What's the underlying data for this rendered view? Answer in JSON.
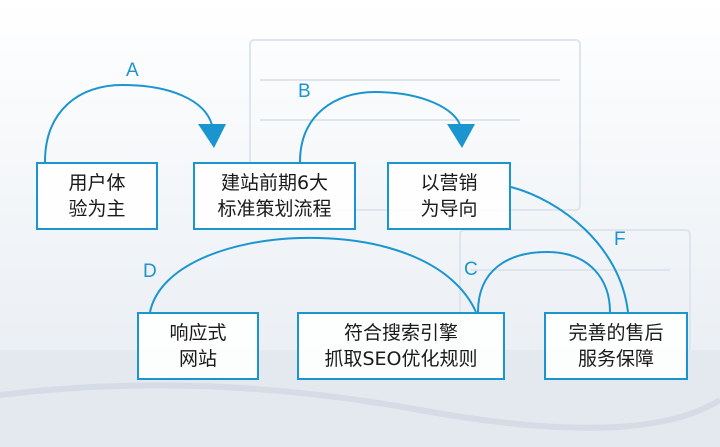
{
  "nodes": [
    {
      "id": "user-experience",
      "lines": [
        "用户体",
        "验为主"
      ]
    },
    {
      "id": "site-planning",
      "lines": [
        "建站前期6大",
        "标准策划流程"
      ]
    },
    {
      "id": "marketing-guide",
      "lines": [
        "以营销",
        "为导向"
      ]
    },
    {
      "id": "responsive-site",
      "lines": [
        "响应式",
        "网站"
      ]
    },
    {
      "id": "seo-rules",
      "lines": [
        "符合搜索引擎",
        "抓取SEO优化规则"
      ]
    },
    {
      "id": "after-sales",
      "lines": [
        "完善的售后",
        "服务保障"
      ]
    }
  ],
  "edges": [
    {
      "label": "A",
      "from": "user-experience",
      "to": "site-planning"
    },
    {
      "label": "B",
      "from": "site-planning",
      "to": "marketing-guide"
    },
    {
      "label": "F",
      "from": "marketing-guide",
      "to": "after-sales"
    },
    {
      "label": "C",
      "from": "after-sales",
      "to": "seo-rules"
    },
    {
      "label": "D",
      "from": "seo-rules",
      "to": "responsive-site"
    }
  ],
  "colors": {
    "accent": "#1b95d0",
    "text": "#1a1a1a"
  }
}
